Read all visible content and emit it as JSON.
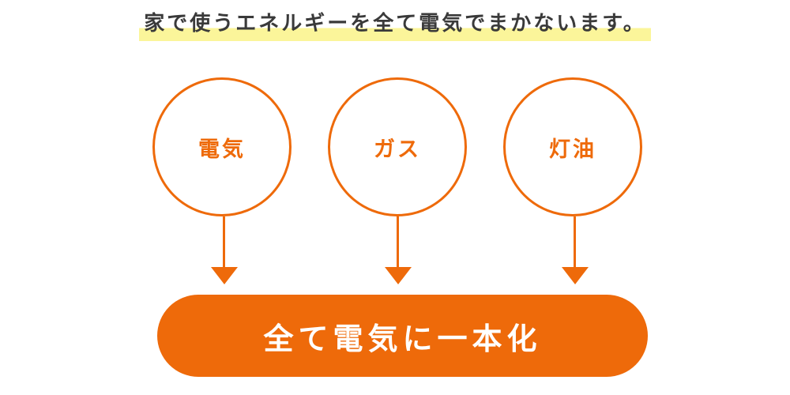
{
  "headline": "家で使うエネルギーを全て電気でまかないます。",
  "sources": [
    {
      "label": "電気"
    },
    {
      "label": "ガス"
    },
    {
      "label": "灯油"
    }
  ],
  "result": {
    "label": "全て電気に一本化"
  },
  "colors": {
    "accent": "#ee6a0a",
    "highlight": "#fbf59a",
    "text": "#3a3a3a"
  }
}
